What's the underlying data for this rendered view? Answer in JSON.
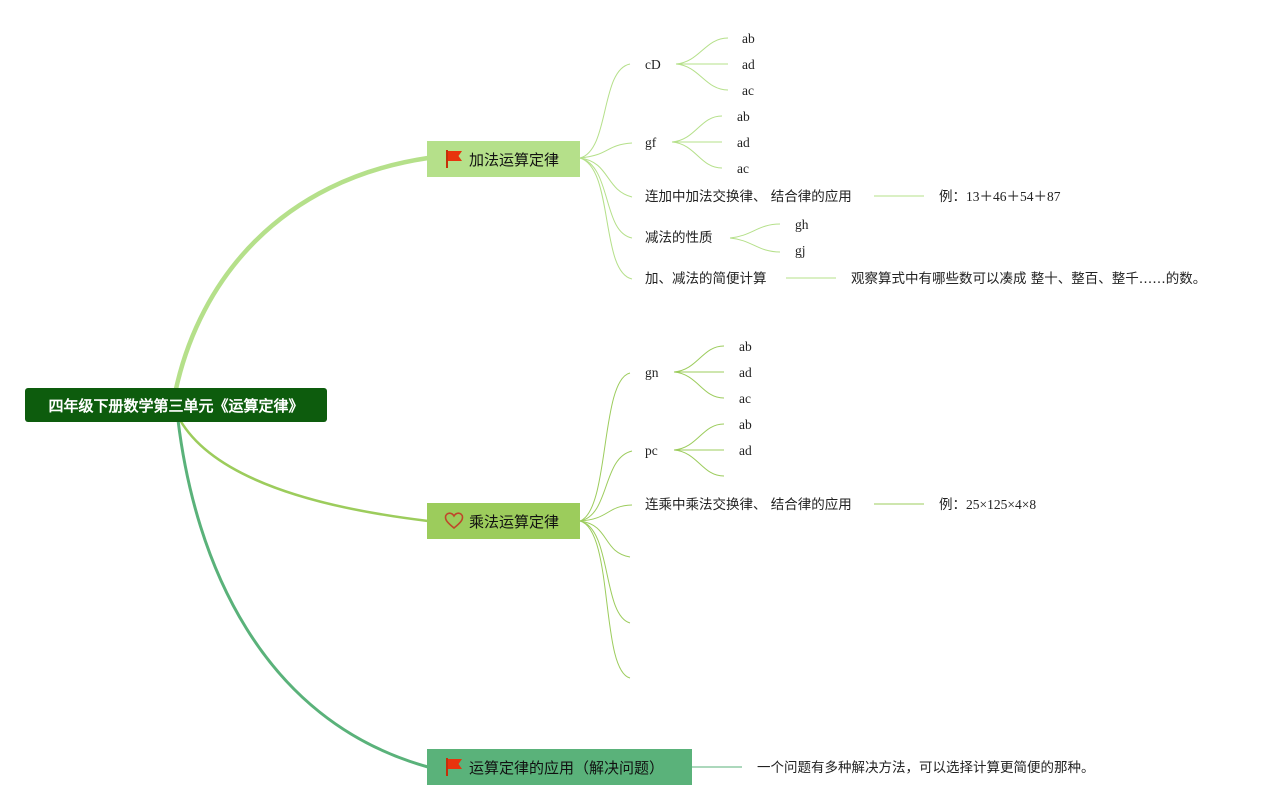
{
  "root": {
    "title": "四年级下册数学第三单元《运算定律》"
  },
  "colors": {
    "root_bg": "#0d5c0d",
    "add_branch": "#b5e08a",
    "mul_branch": "#9ccc5c",
    "app_branch": "#5ab27a",
    "flag_red": "#e8330d",
    "heart_outline": "#c0462a"
  },
  "addition": {
    "label": "加法运算定律",
    "icon": "red-flag-icon",
    "cd": {
      "label": "cD",
      "children": [
        "ab",
        "ad",
        "ac"
      ]
    },
    "gf": {
      "label": "gf",
      "children": [
        "ab",
        "ad",
        "ac"
      ]
    },
    "assoc": {
      "label": "连加中加法交换律、 结合律的应用",
      "example_prefix": "例：",
      "example_value": "13＋46＋54＋87"
    },
    "sub_prop": {
      "label": "减法的性质",
      "children": [
        "gh",
        "gj"
      ]
    },
    "simple": {
      "label": "加、减法的简便计算",
      "note": "观察算式中有哪些数可以凑成 整十、整百、整千……的数。"
    }
  },
  "multiplication": {
    "label": "乘法运算定律",
    "icon": "heart-icon",
    "gn": {
      "label": "gn",
      "children": [
        "ab",
        "ad",
        "ac"
      ]
    },
    "pc": {
      "label": "pc",
      "children": [
        "ab",
        "ad"
      ]
    },
    "assoc": {
      "label": "连乘中乘法交换律、 结合律的应用",
      "example_prefix": "例：",
      "example_value": "25×125×4×8"
    }
  },
  "application": {
    "label": "运算定律的应用（解决问题）",
    "icon": "red-flag-icon",
    "note": "一个问题有多种解决方法，可以选择计算更简便的那种。"
  }
}
